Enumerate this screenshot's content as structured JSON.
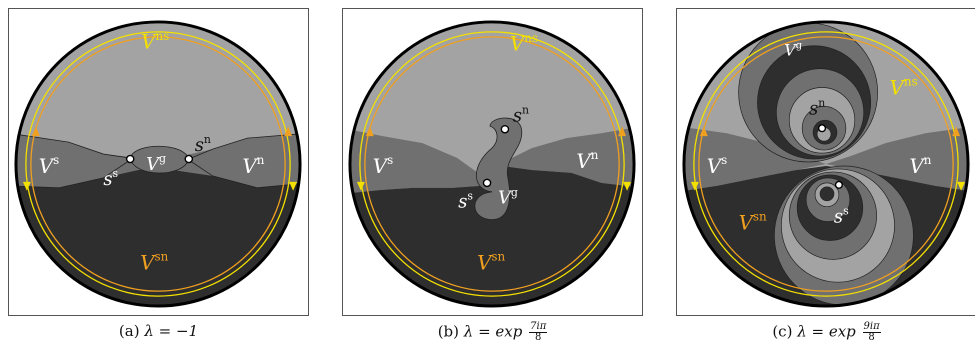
{
  "colors": {
    "light": "#a3a3a3",
    "mid": "#707070",
    "dark": "#2e2e2e",
    "yellow": "#f3e000",
    "orange": "#f0a020"
  },
  "panels": [
    {
      "captionLabel": "(a)",
      "captionEq": "λ = −1",
      "labels": {
        "Vns": "ns",
        "Vs": "s",
        "Vn": "n",
        "Vg": "g",
        "Vsn": "sn",
        "ss": "s",
        "sn": "n"
      }
    },
    {
      "captionLabel": "(b)",
      "captionEq": "λ = exp",
      "captionNum": "7iπ",
      "captionDen": "8",
      "labels": {
        "Vns": "ns",
        "Vs": "s",
        "Vn": "n",
        "Vg": "g",
        "Vsn": "sn",
        "ss": "s",
        "sn": "n"
      }
    },
    {
      "captionLabel": "(c)",
      "captionEq": "λ = exp",
      "captionNum": "9iπ",
      "captionDen": "8",
      "labels": {
        "Vns": "ns",
        "Vs": "s",
        "Vn": "n",
        "Vg": "g",
        "Vsn": "sn",
        "ss": "s",
        "sn": "n"
      }
    }
  ]
}
